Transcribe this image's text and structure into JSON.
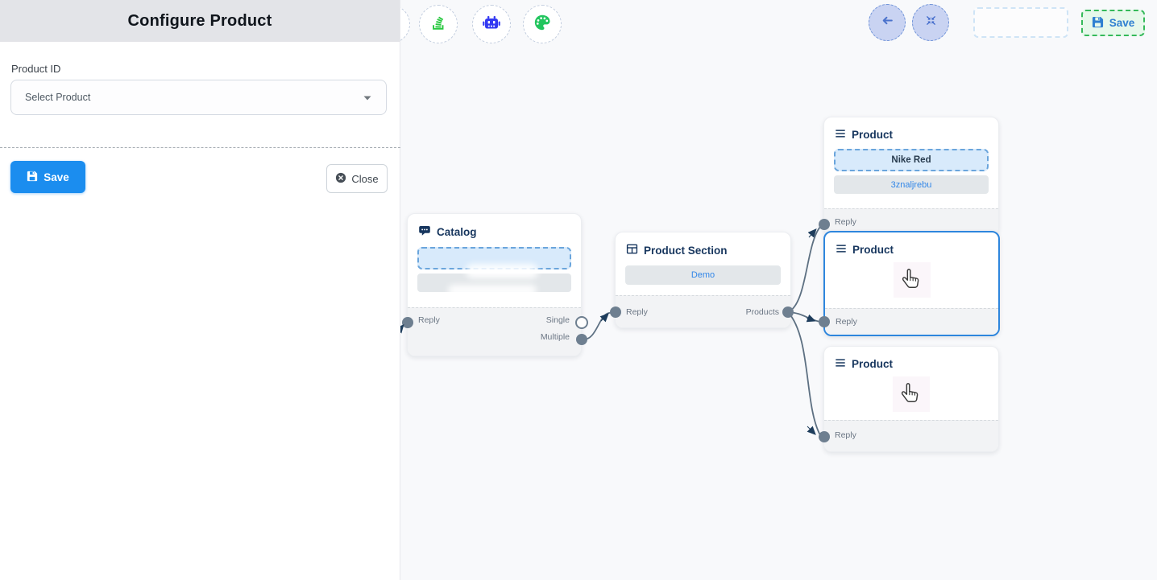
{
  "panel": {
    "title": "Configure Product",
    "product_id_label": "Product ID",
    "select_placeholder": "Select Product",
    "save_label": "Save",
    "close_label": "Close"
  },
  "top_actions": {
    "save_label": "Save"
  },
  "nodes": {
    "catalog": {
      "title": "Catalog",
      "input_label": "Reply",
      "single_label": "Single",
      "multiple_label": "Multiple"
    },
    "product_section": {
      "title": "Product Section",
      "button_label": "Demo",
      "input_label": "Reply",
      "products_label": "Products"
    },
    "product_top": {
      "title": "Product",
      "product_name": "Nike Red",
      "retailer_id": "3znaljrebu",
      "input_label": "Reply"
    },
    "product_middle": {
      "title": "Product",
      "input_label": "Reply"
    },
    "product_bottom": {
      "title": "Product",
      "input_label": "Reply"
    }
  },
  "toolbar_icons": [
    "stack-icon",
    "robot-icon",
    "palette-icon"
  ],
  "colors": {
    "accent_blue": "#1b8def",
    "node_title_navy": "#17365e",
    "link_blue": "#3287e8",
    "save_green": "#35b95a",
    "edge_gray": "#5d7082",
    "arrow_navy": "#1e3d5c"
  }
}
